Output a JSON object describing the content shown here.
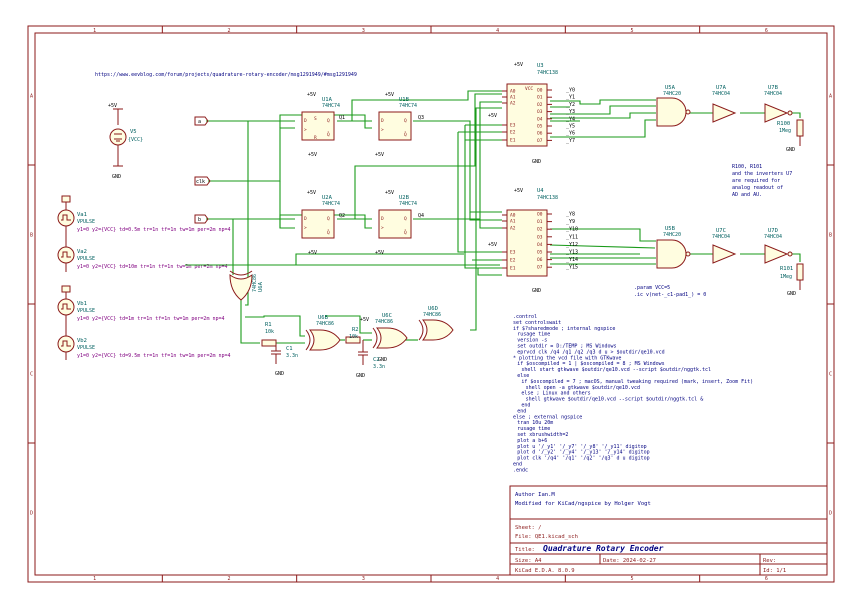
{
  "url": "https://www.eevblog.com/forum/projects/quadrature-rotary-encoder/msg1291949/#msg1291949",
  "frame": {
    "cols": [
      "1",
      "2",
      "3",
      "4",
      "5",
      "6"
    ],
    "rows": [
      "A",
      "B",
      "C",
      "D"
    ]
  },
  "components": {
    "v5": {
      "ref": "V5",
      "value": "{VCC}",
      "pwr": "+5V",
      "gnd": "GND"
    },
    "va1": {
      "ref": "Va1",
      "type": "VPULSE",
      "params": "y1=0 y2={VCC} td=0.5m tr=1n tf=1n tw=1m per=2m np=4"
    },
    "va2": {
      "ref": "Va2",
      "type": "VPULSE",
      "params": "y1=0 y2={VCC} td=10m tr=1n tf=1n tw=1m per=2m np=4"
    },
    "vb1": {
      "ref": "Vb1",
      "type": "VPULSE",
      "params": "y1=0 y2={VCC} td=1m tr=1n tf=1n tw=1m per=2m np=4"
    },
    "vb2": {
      "ref": "Vb2",
      "type": "VPULSE",
      "params": "y1=0 y2={VCC} td=9.5m tr=1n tf=1n tw=1m per=2m np=4"
    },
    "u1a": {
      "ref": "U1A",
      "value": "74HC74"
    },
    "u1b": {
      "ref": "U1B",
      "value": "74HC74"
    },
    "u2a": {
      "ref": "U2A",
      "value": "74HC74"
    },
    "u2b": {
      "ref": "U2B",
      "value": "74HC74"
    },
    "u3": {
      "ref": "U3",
      "value": "74HC138"
    },
    "u4": {
      "ref": "U4",
      "value": "74HC138"
    },
    "u5a": {
      "ref": "U5A",
      "value": "74HC20"
    },
    "u5b": {
      "ref": "U5B",
      "value": "74HC20"
    },
    "u6a": {
      "ref": "U6A",
      "value": "74HC86"
    },
    "u6b": {
      "ref": "U6B",
      "value": "74HC86"
    },
    "u6c": {
      "ref": "U6C",
      "value": "74HC86"
    },
    "u6d": {
      "ref": "U6D",
      "value": "74HC86"
    },
    "u7a": {
      "ref": "U7A",
      "value": "74HC04"
    },
    "u7b": {
      "ref": "U7B",
      "value": "74HC04"
    },
    "u7c": {
      "ref": "U7C",
      "value": "74HC04"
    },
    "u7d": {
      "ref": "U7D",
      "value": "74HC04"
    },
    "r1": {
      "ref": "R1",
      "value": "10k"
    },
    "r2": {
      "ref": "R2",
      "value": "10k"
    },
    "c1": {
      "ref": "C1",
      "value": "3.3n"
    },
    "c2": {
      "ref": "C2",
      "value": "3.3n"
    },
    "r100": {
      "ref": "R100",
      "value": "1Meg"
    },
    "r101": {
      "ref": "R101",
      "value": "1Meg"
    }
  },
  "labels": {
    "a": "a",
    "b": "b",
    "clk": "clk",
    "q1": "Q1",
    "q2": "Q2",
    "q3": "Q3",
    "q4": "Q4",
    "pwr": "+5V",
    "gnd": "GND",
    "u3_out": [
      "_Y0",
      "_Y1",
      "_Y2",
      "_Y3",
      "_Y4",
      "_Y5",
      "_Y6",
      "_Y7"
    ],
    "u4_out": [
      "_Y8",
      "_Y9",
      "_Y10",
      "_Y11",
      "_Y12",
      "_Y13",
      "_Y14",
      "_Y15"
    ],
    "u3_in": [
      "A0",
      "A1",
      "A2",
      "E3",
      "E2",
      "E1"
    ],
    "u3_outpins": [
      "O0",
      "O1",
      "O2",
      "O3",
      "O4",
      "O5",
      "O6",
      "O7"
    ],
    "u3_vcc": "VCC"
  },
  "notes": {
    "inverters": [
      "R100, R101",
      "and the inverters U7",
      "are required for",
      "analog readout of",
      "AD and AU."
    ],
    "param": ".param VCC=5",
    "ic": ".ic v(net-_c1-pad1_) = 0",
    "control": [
      ".control",
      "set controlswait",
      "if $?sharedmode ; internal ngspice",
      "  rusage time",
      "  version -s",
      "  set outdir = D:/TEMP ; MS Windows",
      "  eprvcd clk /q4 /q1 /q2 /q3 d u > $outdir/qe10.vcd",
      "* plotting the vcd file with GTKwave",
      "  if $oscompiled = 1 | $oscompiled = 8 ; MS Windows",
      "    shell start gtkwave $outdir/qe10.vcd --script $outdir/nggtk.tcl",
      "  else",
      "    if $oscompiled = 7 ; macOS, manual tweaking required (mark, insert, Zoom Fit)",
      "      shell open -a gtkwave $outdir/qe10.vcd",
      "    else ; Linux and others",
      "      shell gtkwave $outdir/qe10.vcd --script $outdir/nggtk.tcl &",
      "    end",
      "  end",
      "else   ; external ngspice",
      "  tran 10u 20m",
      "  rusage time",
      "  set xbrushwidth=2",
      "  plot a b+6",
      "  plot u '/_y1' '/_y7' '/_y8' '/_y11' digitop",
      "  plot d '/_y2' '/_y4' '/_y13' '/_y14' digitop",
      "  plot clk '/q4' '/q1' '/q2' '/q3' d u digitop",
      "end",
      ".endc"
    ]
  },
  "title_block": {
    "author": "Author Ian.M",
    "modified": "Modified for KiCad/ngspice by Holger Vogt",
    "sheet": "Sheet: /",
    "file": "File: QE1.kicad_sch",
    "title_label": "Title:",
    "title": "Quadrature Rotary Encoder",
    "size": "Size: A4",
    "date": "Date: 2024-02-27",
    "rev": "Rev:",
    "tool": "KiCad E.D.A. 8.0.9",
    "id": "Id: 1/1"
  }
}
